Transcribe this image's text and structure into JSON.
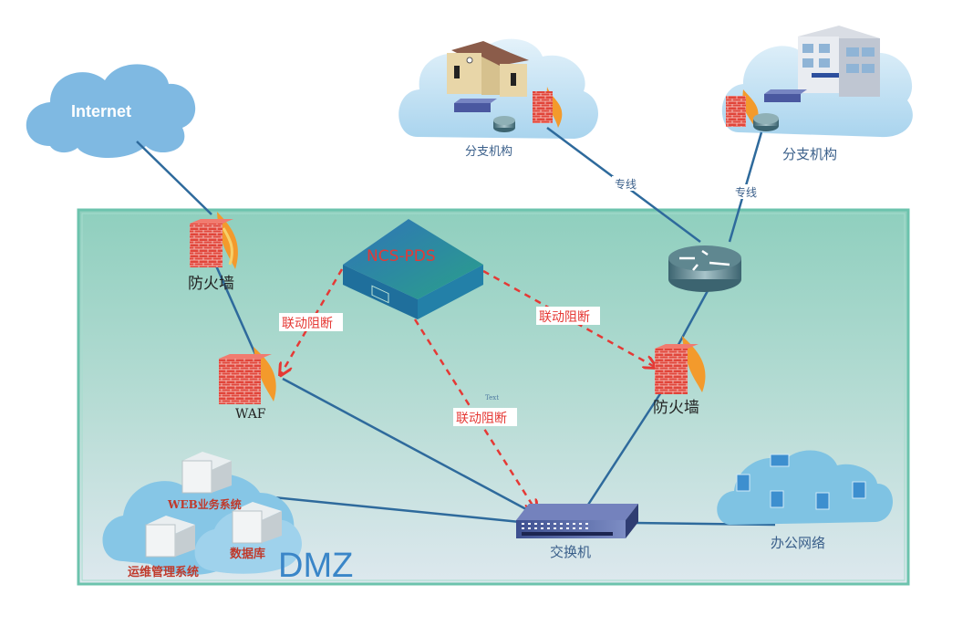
{
  "diagram": {
    "zones": {
      "internal_network": "",
      "dmz_label": "DMZ"
    },
    "nodes": {
      "internet": {
        "label": "Internet",
        "icon": "cloud-icon"
      },
      "firewall_main": {
        "label": "防火墙",
        "icon": "firewall-icon"
      },
      "waf": {
        "label": "WAF",
        "icon": "firewall-icon"
      },
      "ncs_pds": {
        "label": "NCS-PDS",
        "icon": "appliance-icon"
      },
      "router": {
        "label": "",
        "icon": "router-icon"
      },
      "firewall_branch": {
        "label": "防火墙",
        "icon": "firewall-icon"
      },
      "switch": {
        "label": "交换机",
        "icon": "switch-icon"
      },
      "office_network": {
        "label": "办公网络",
        "icon": "computers-cloud-icon"
      },
      "branch_1": {
        "label": "分支机构",
        "icon": "building-icon"
      },
      "branch_2": {
        "label": "分支机构",
        "icon": "office-building-icon"
      },
      "web_system": {
        "label": "WEB业务系统",
        "icon": "server-icon"
      },
      "ops_system": {
        "label": "运维管理系统",
        "icon": "server-icon"
      },
      "database": {
        "label": "数据库",
        "icon": "server-icon"
      }
    },
    "edges": {
      "leased_line_1": "专线",
      "leased_line_2": "专线",
      "block_waf": "联动阻断",
      "block_switch": "联动阻断",
      "block_firewall": "联动阻断",
      "placeholder_text": "Text"
    },
    "colors": {
      "link": "#2e6a9c",
      "block_link": "#e53935",
      "zone_fill_top": "#8ecdbd",
      "zone_fill_bottom": "#dce8ee",
      "zone_border": "#6cc3ad",
      "dmz_text": "#3a86c8",
      "cloud": "#7fb9e2"
    }
  }
}
